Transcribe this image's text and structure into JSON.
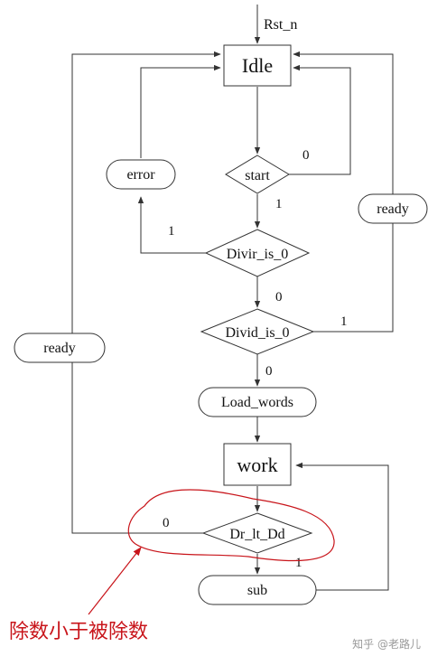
{
  "diagram": {
    "reset_label": "Rst_n",
    "states": {
      "idle": "Idle",
      "work": "work"
    },
    "decisions": {
      "start": "start",
      "divir_is_0": "Divir_is_0",
      "divid_is_0": "Divid_is_0",
      "dr_lt_dd": "Dr_lt_Dd"
    },
    "actions": {
      "error": "error",
      "ready_right": "ready",
      "ready_left": "ready",
      "load_words": "Load_words",
      "sub": "sub"
    },
    "edge_labels": {
      "start_no": "0",
      "start_yes": "1",
      "divir_yes": "1",
      "divir_no": "0",
      "divid_yes": "1",
      "divid_no": "0",
      "dr_lt_dd_no": "0",
      "dr_lt_dd_yes": "1"
    },
    "annotation": {
      "text": "除数小于被除数",
      "color": "#c8141a"
    }
  },
  "watermark": "知乎 @老路儿"
}
